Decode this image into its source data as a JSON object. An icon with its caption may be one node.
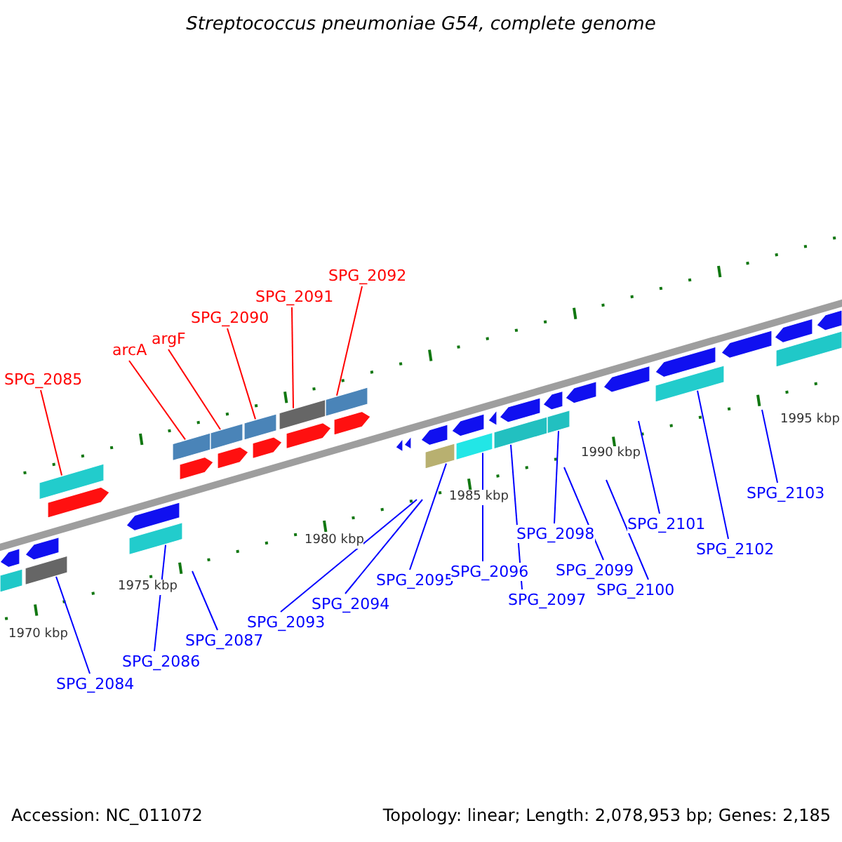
{
  "diagram": {
    "title": "Streptococcus pneumoniae G54, complete genome",
    "nodes": [
      {
        "text": [
          "SPG_2085"
        ]
      },
      {
        "text": [
          "arcA"
        ]
      },
      {
        "text": [
          "argF"
        ]
      },
      {
        "text": [
          "SPG_2090"
        ]
      },
      {
        "text": [
          "SPG_2091"
        ]
      },
      {
        "text": [
          "SPG_2092"
        ]
      },
      {
        "text": [
          "SPG_2084"
        ]
      },
      {
        "text": [
          "SPG_2086"
        ]
      },
      {
        "text": [
          "SPG_2087"
        ]
      },
      {
        "text": [
          "SPG_2093"
        ]
      },
      {
        "text": [
          "SPG_2094"
        ]
      },
      {
        "text": [
          "SPG_2095"
        ]
      },
      {
        "text": [
          "SPG_2096"
        ]
      },
      {
        "text": [
          "SPG_2097"
        ]
      },
      {
        "text": [
          "SPG_2098"
        ]
      },
      {
        "text": [
          "SPG_2099"
        ]
      },
      {
        "text": [
          "SPG_2100"
        ]
      },
      {
        "text": [
          "SPG_2101"
        ]
      },
      {
        "text": [
          "SPG_2102"
        ]
      },
      {
        "text": [
          "SPG_2103"
        ]
      },
      {
        "text": [],
        "shape": "bar"
      },
      {
        "text": [],
        "shape": "bar"
      },
      {
        "text": [],
        "shape": "bar"
      },
      {
        "text": [],
        "shape": "bar"
      },
      {
        "text": [],
        "shape": "bar"
      },
      {
        "text": [],
        "shape": "bar"
      },
      {
        "text": [],
        "shape": "bar"
      },
      {
        "text": [],
        "shape": "bar"
      },
      {
        "text": [],
        "shape": "bar"
      },
      {
        "text": [],
        "shape": "bar"
      },
      {
        "text": [],
        "shape": "bar"
      },
      {
        "text": [],
        "shape": "bar"
      },
      {
        "text": [],
        "shape": "bar"
      }
    ],
    "edges": [
      {
        "from": 0,
        "to": 20,
        "arrow": "none",
        "color": "#ff0000"
      },
      {
        "from": 1,
        "to": 21,
        "arrow": "none",
        "color": "#ff0000"
      },
      {
        "from": 2,
        "to": 22,
        "arrow": "none",
        "color": "#ff0000"
      },
      {
        "from": 3,
        "to": 23,
        "arrow": "none",
        "color": "#ff0000"
      },
      {
        "from": 4,
        "to": 24,
        "arrow": "none",
        "color": "#ff0000"
      },
      {
        "from": 5,
        "to": 25,
        "arrow": "none",
        "color": "#ff0000"
      },
      {
        "from": 6,
        "to": 26,
        "arrow": "none"
      },
      {
        "from": 7,
        "to": 27,
        "arrow": "none"
      },
      {
        "from": 8,
        "to": null,
        "arrow": "none"
      },
      {
        "from": 9,
        "to": null,
        "arrow": "none"
      },
      {
        "from": 10,
        "to": null,
        "arrow": "none"
      },
      {
        "from": 11,
        "to": 28,
        "arrow": "none"
      },
      {
        "from": 12,
        "to": 29,
        "arrow": "none"
      },
      {
        "from": 13,
        "to": 30,
        "arrow": "none"
      },
      {
        "from": 14,
        "to": 31,
        "arrow": "none"
      },
      {
        "from": 15,
        "to": null,
        "arrow": "none"
      },
      {
        "from": 16,
        "to": null,
        "arrow": "none"
      },
      {
        "from": 17,
        "to": null,
        "arrow": "none"
      },
      {
        "from": 18,
        "to": 32,
        "arrow": "none"
      },
      {
        "from": 19,
        "to": null,
        "arrow": "none"
      }
    ],
    "labels": [
      "1970 kbp",
      "1975 kbp",
      "1980 kbp",
      "1985 kbp",
      "1990 kbp",
      "1995 kbp",
      "Accession: NC_011072",
      "Topology: linear; Length: 2,078,953 bp; Genes: 2,185"
    ]
  }
}
